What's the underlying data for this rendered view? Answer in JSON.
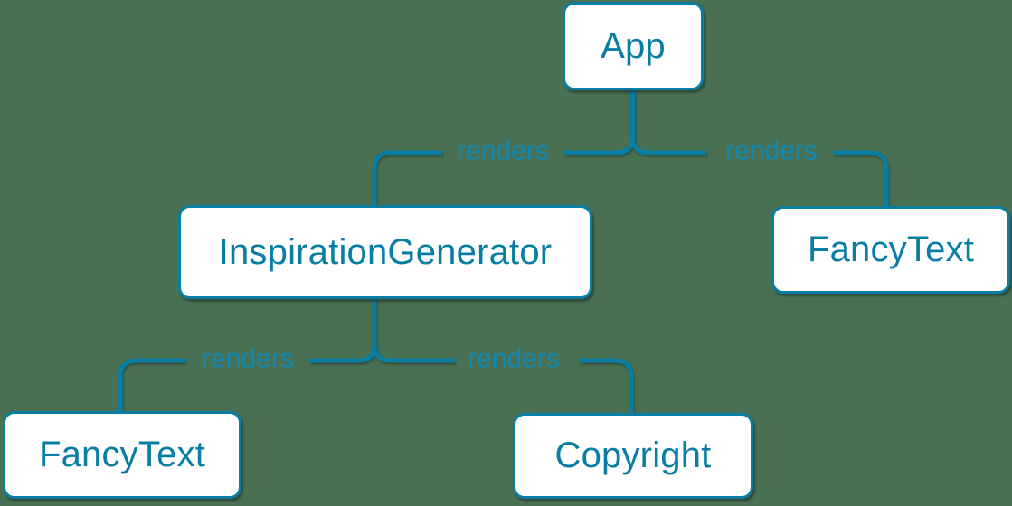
{
  "diagram": {
    "type": "component-tree",
    "colors": {
      "background": "#497052",
      "accent": "#087EA4",
      "edge_label": "#1088B2",
      "node_fill": "#FFFFFF"
    },
    "nodes": [
      {
        "id": "app",
        "label": "App"
      },
      {
        "id": "inspiration-generator",
        "label": "InspirationGenerator"
      },
      {
        "id": "fancy-text-top",
        "label": "FancyText"
      },
      {
        "id": "fancy-text-bottom",
        "label": "FancyText"
      },
      {
        "id": "copyright",
        "label": "Copyright"
      }
    ],
    "edges": [
      {
        "from": "App",
        "to": "InspirationGenerator",
        "label": "renders"
      },
      {
        "from": "App",
        "to": "FancyText",
        "label": "renders"
      },
      {
        "from": "InspirationGenerator",
        "to": "FancyText",
        "label": "renders"
      },
      {
        "from": "InspirationGenerator",
        "to": "Copyright",
        "label": "renders"
      }
    ]
  }
}
